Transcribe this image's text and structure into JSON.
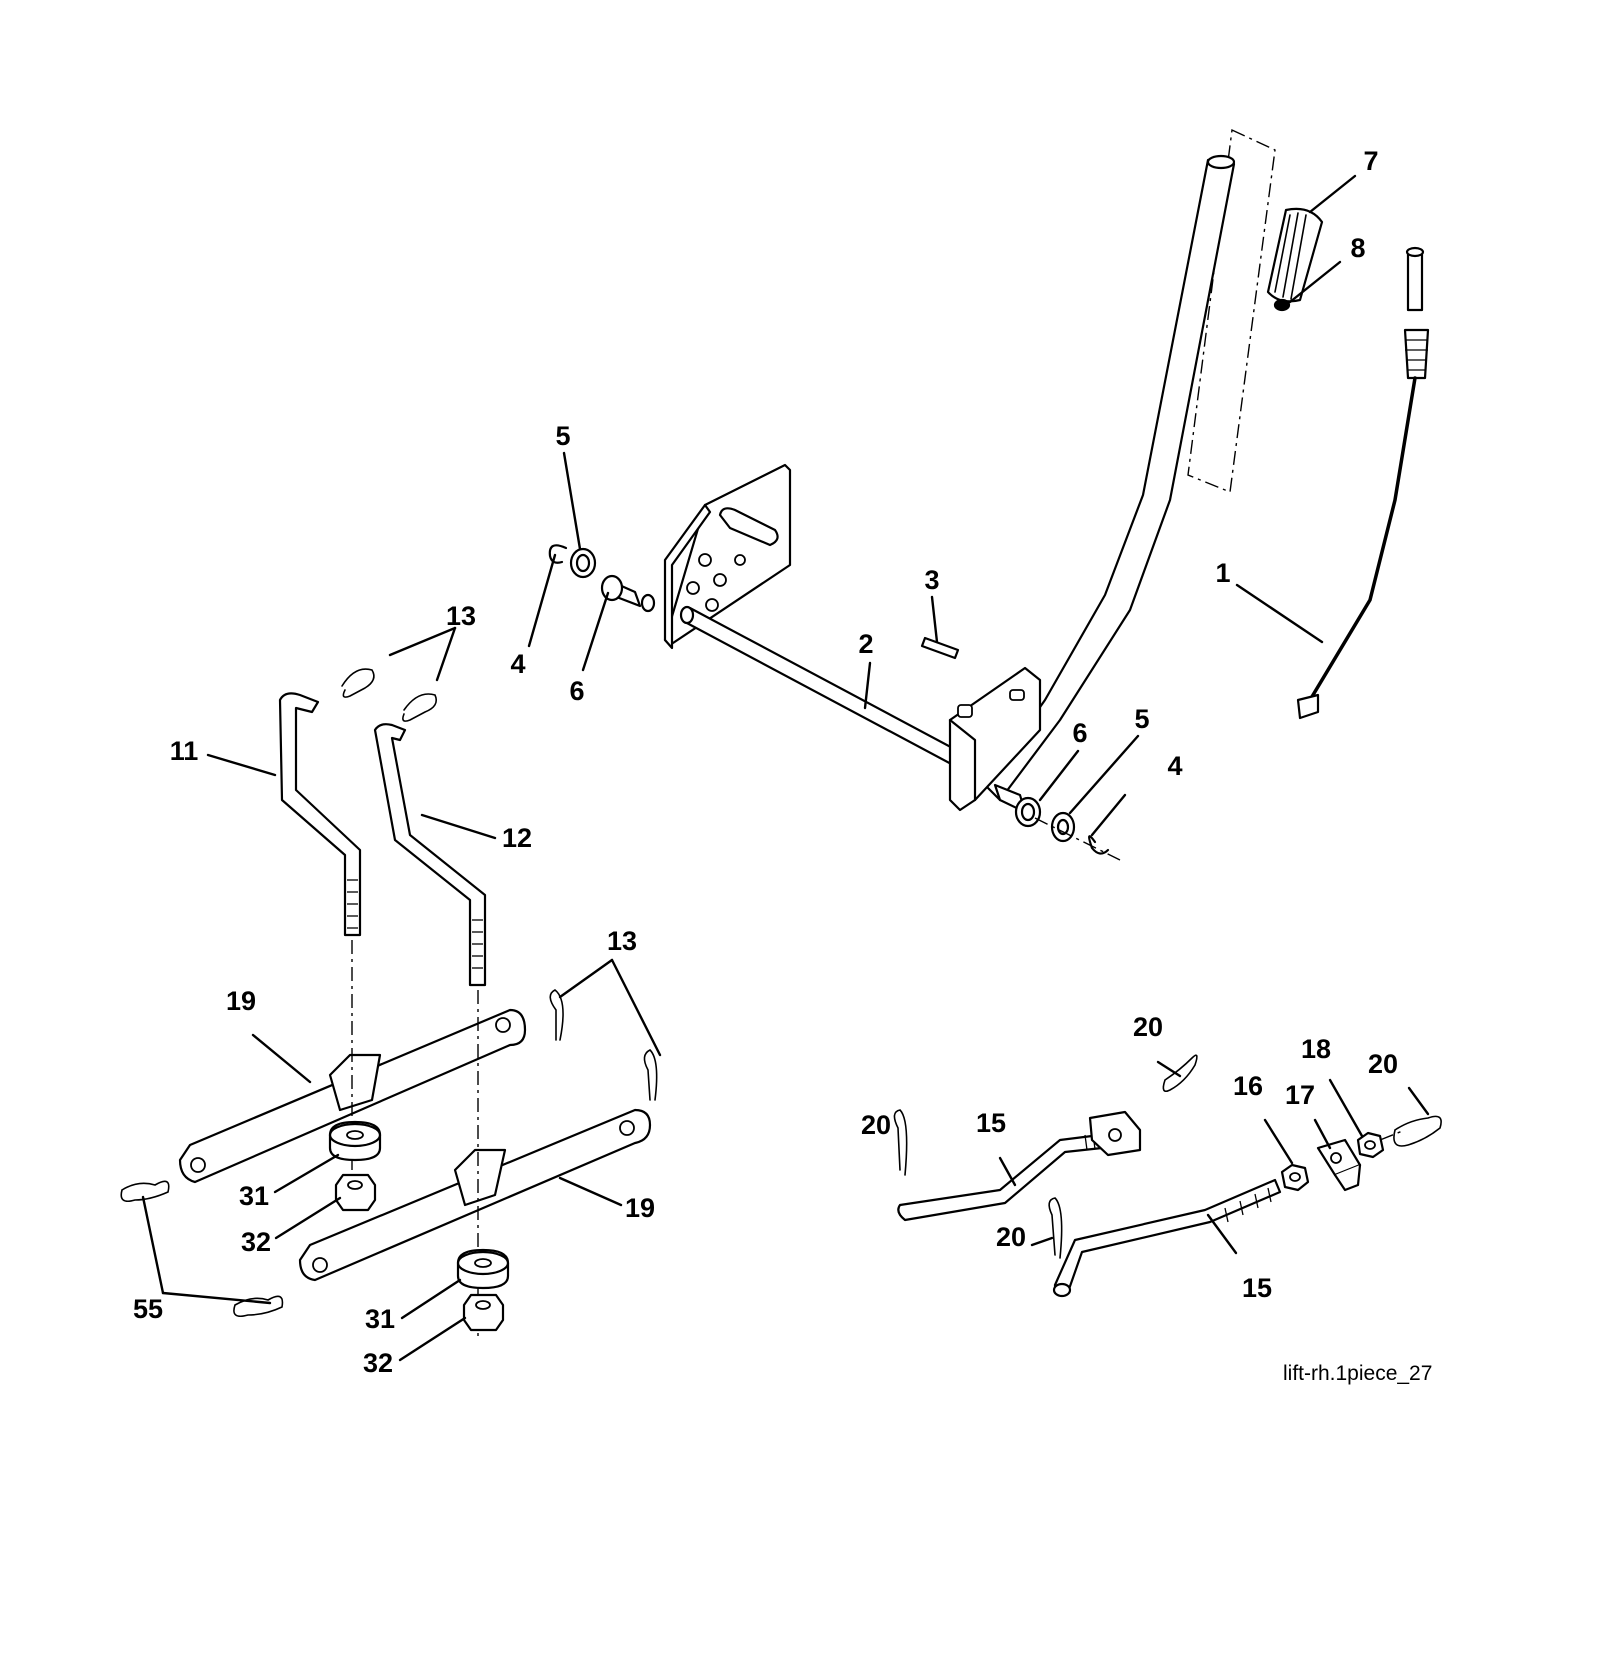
{
  "figure_id": "lift-rh.1piece_27",
  "callouts": {
    "c1": "1",
    "c2": "2",
    "c3": "3",
    "c4a": "4",
    "c4b": "4",
    "c5a": "5",
    "c5b": "5",
    "c6a": "6",
    "c6b": "6",
    "c7": "7",
    "c8": "8",
    "c11": "11",
    "c12": "12",
    "c13a": "13",
    "c13b": "13",
    "c15a": "15",
    "c15b": "15",
    "c16": "16",
    "c17": "17",
    "c18": "18",
    "c19a": "19",
    "c19b": "19",
    "c20a": "20",
    "c20b": "20",
    "c20c": "20",
    "c20d": "20",
    "c31a": "31",
    "c31b": "31",
    "c32a": "32",
    "c32b": "32",
    "c55": "55"
  }
}
